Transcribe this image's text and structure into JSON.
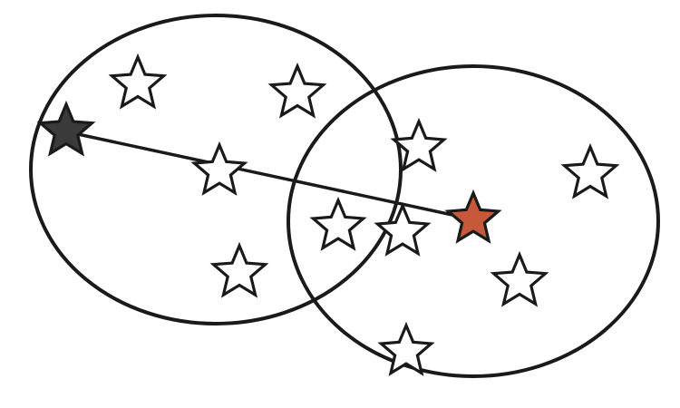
{
  "diagram": {
    "colors": {
      "outline": "#1a1a1a",
      "open_star_fill": "#ffffff",
      "source_star_fill": "#3a3a3a",
      "target_star_fill": "#c8583a"
    },
    "clusters": [
      {
        "id": "cluster-left",
        "icon": "star-outline"
      },
      {
        "id": "cluster-right",
        "icon": "star-outline"
      }
    ],
    "link": {
      "from": "source-star",
      "to": "target-star"
    },
    "stars": [
      {
        "id": "source-star",
        "fill": "source_star_fill"
      },
      {
        "id": "target-star",
        "fill": "target_star_fill"
      },
      {
        "id": "star",
        "fill": "open_star_fill"
      },
      {
        "id": "star",
        "fill": "open_star_fill"
      },
      {
        "id": "star",
        "fill": "open_star_fill"
      },
      {
        "id": "star",
        "fill": "open_star_fill"
      },
      {
        "id": "star",
        "fill": "open_star_fill"
      },
      {
        "id": "star",
        "fill": "open_star_fill"
      },
      {
        "id": "star",
        "fill": "open_star_fill"
      },
      {
        "id": "star",
        "fill": "open_star_fill"
      },
      {
        "id": "star",
        "fill": "open_star_fill"
      },
      {
        "id": "star",
        "fill": "open_star_fill"
      },
      {
        "id": "star",
        "fill": "open_star_fill"
      },
      {
        "id": "star",
        "fill": "open_star_fill"
      }
    ]
  }
}
